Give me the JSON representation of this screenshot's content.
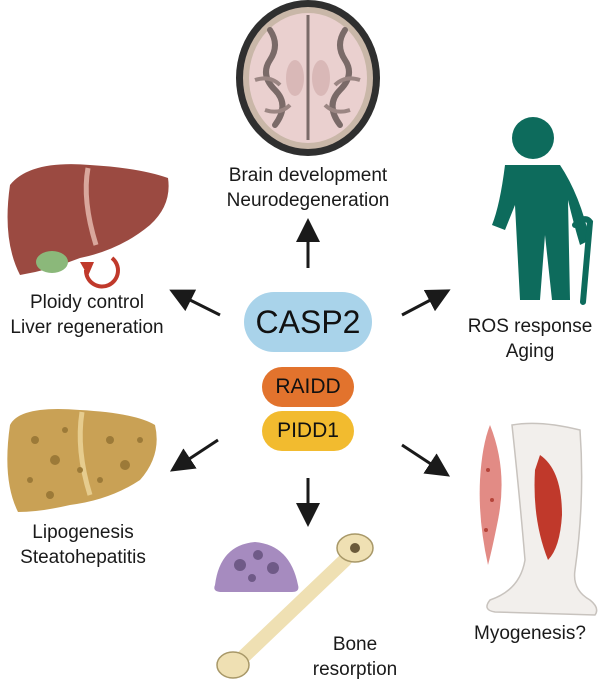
{
  "center": {
    "main_protein": "CASP2",
    "adaptor_1": "RAIDD",
    "adaptor_2": "PIDD1"
  },
  "outcomes": {
    "brain": {
      "line1": "Brain development",
      "line2": "Neurodegeneration"
    },
    "liver_regen": {
      "line1": "Ploidy control",
      "line2": "Liver regeneration"
    },
    "aging": {
      "line1": "ROS response",
      "line2": "Aging"
    },
    "lipid": {
      "line1": "Lipogenesis",
      "line2": "Steatohepatitis"
    },
    "bone": {
      "line1": "Bone",
      "line2": "resorption"
    },
    "muscle": {
      "line1": "Myogenesis?"
    }
  },
  "colors": {
    "casp2": "#a9d3ea",
    "raidd": "#e2732d",
    "pidd1": "#f2bb2f",
    "arrow": "#1a1a1a",
    "liver": "#9b4a41",
    "fatty_liver": "#c9a155",
    "person": "#0d6b5c",
    "brain": "#e9c9c9",
    "muscle": "#c0392b",
    "bone": "#efe0b3",
    "osteoclast": "#a68bbf"
  },
  "icons": [
    "brain-icon",
    "liver-icon",
    "regeneration-arrow-icon",
    "elderly-person-icon",
    "fatty-liver-icon",
    "osteoclast-icon",
    "bone-icon",
    "leg-muscle-icon",
    "muscle-fiber-icon"
  ]
}
